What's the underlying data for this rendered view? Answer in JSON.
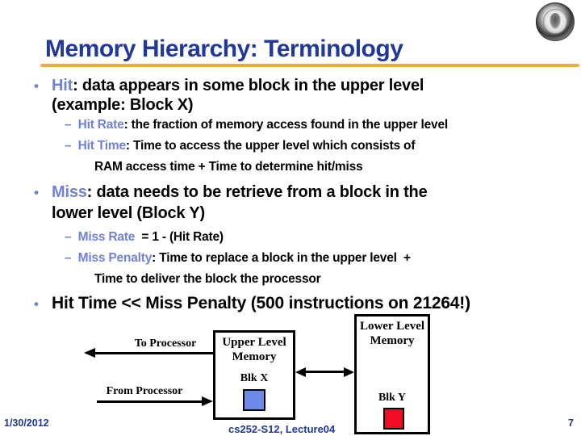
{
  "slide": {
    "title": "Memory Hierarchy: Terminology",
    "logo": "university-seal"
  },
  "colors": {
    "title_blue": "#1F3899",
    "term_blue": "#7082D8",
    "rule_gold": "#EAAC3A",
    "blk_x_blue": "#6C8BE8",
    "blk_y_red": "#F20D25"
  },
  "content": {
    "hit": {
      "marker": "•",
      "term": "Hit",
      "rest": ": data appears in some block in the upper level",
      "line2": "(example: Block X)",
      "subs": [
        {
          "marker": "–  ",
          "term": "Hit Rate",
          "rest": ": the fraction of memory access found in the upper level"
        },
        {
          "marker": "–  ",
          "term": "Hit Time",
          "rest": ": Time to access the upper level which consists of"
        },
        {
          "cont": "RAM access time + Time to determine hit/miss"
        }
      ]
    },
    "miss": {
      "marker": "•",
      "term": "Miss",
      "rest": ": data needs to be retrieve from a block in the",
      "line2": "lower level (Block Y)",
      "subs": [
        {
          "marker": "–  ",
          "term": "Miss Rate",
          "rest": "  = 1 - (Hit Rate)"
        },
        {
          "marker": "–  ",
          "term": "Miss Penalty",
          "rest": ": Time to replace a block in the upper level  +"
        },
        {
          "cont": "Time to deliver the block the processor"
        }
      ]
    },
    "hit_time": {
      "marker": "•",
      "text": "Hit Time << Miss Penalty (500 instructions on 21264!)"
    }
  },
  "diagram": {
    "to_processor": "To Processor",
    "from_processor": "From Processor",
    "upper_box": "Upper Level Memory",
    "lower_box": "Lower Level Memory",
    "blk_x": "Blk X",
    "blk_y": "Blk Y"
  },
  "footer": {
    "date": "1/30/2012",
    "course": "cs252-S12, Lecture04",
    "page": "7"
  }
}
